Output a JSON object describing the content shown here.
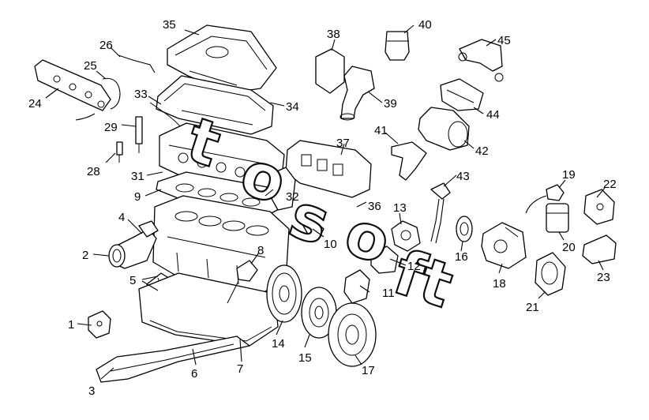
{
  "diagram": {
    "labels": [
      "1",
      "2",
      "3",
      "4",
      "5",
      "6",
      "7",
      "8",
      "9",
      "10",
      "11",
      "12",
      "13",
      "14",
      "15",
      "16",
      "17",
      "18",
      "19",
      "20",
      "21",
      "22",
      "23",
      "24",
      "25",
      "26",
      "28",
      "29",
      "31",
      "32",
      "33",
      "34",
      "35",
      "36",
      "37",
      "38",
      "39",
      "40",
      "41",
      "42",
      "43",
      "44",
      "45"
    ]
  },
  "watermark": {
    "text": [
      "t",
      "o",
      "s",
      "o",
      "ft"
    ]
  }
}
